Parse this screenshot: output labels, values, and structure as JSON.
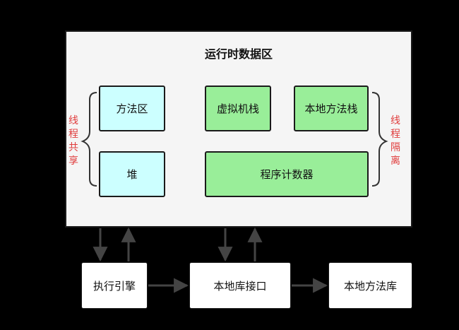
{
  "diagram": {
    "area_title": "运行时数据区",
    "shared_label": "线程共享",
    "isolated_label": "线程隔离",
    "boxes": {
      "method_area": "方法区",
      "heap": "堆",
      "vm_stack": "虚拟机栈",
      "native_method_stack": "本地方法栈",
      "pc_register": "程序计数器",
      "execution_engine": "执行引擎",
      "native_interface": "本地库接口",
      "native_library": "本地方法库"
    }
  },
  "colors": {
    "background": "#000000",
    "area_fill": "#f5f5f5",
    "shared_fill": "#ccffff",
    "thread_fill": "#99ee99",
    "label_red": "#e03c3c"
  }
}
